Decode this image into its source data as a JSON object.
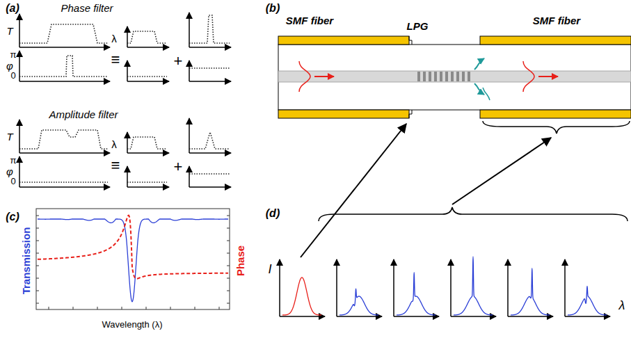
{
  "diagram": {
    "labels": [
      "(a)",
      "Phase filter",
      "T",
      "λ",
      "φ",
      "π",
      "0",
      "≡",
      "+",
      "Amplitude filter",
      "T",
      "λ",
      "φ",
      "π",
      "0",
      "≡",
      "+",
      "(b)",
      "SMF fiber",
      "LPG",
      "SMF fiber",
      "(c)",
      "Transmission",
      "Phase",
      "Wavelength (λ)",
      "(d)",
      "I",
      "λ"
    ]
  }
}
